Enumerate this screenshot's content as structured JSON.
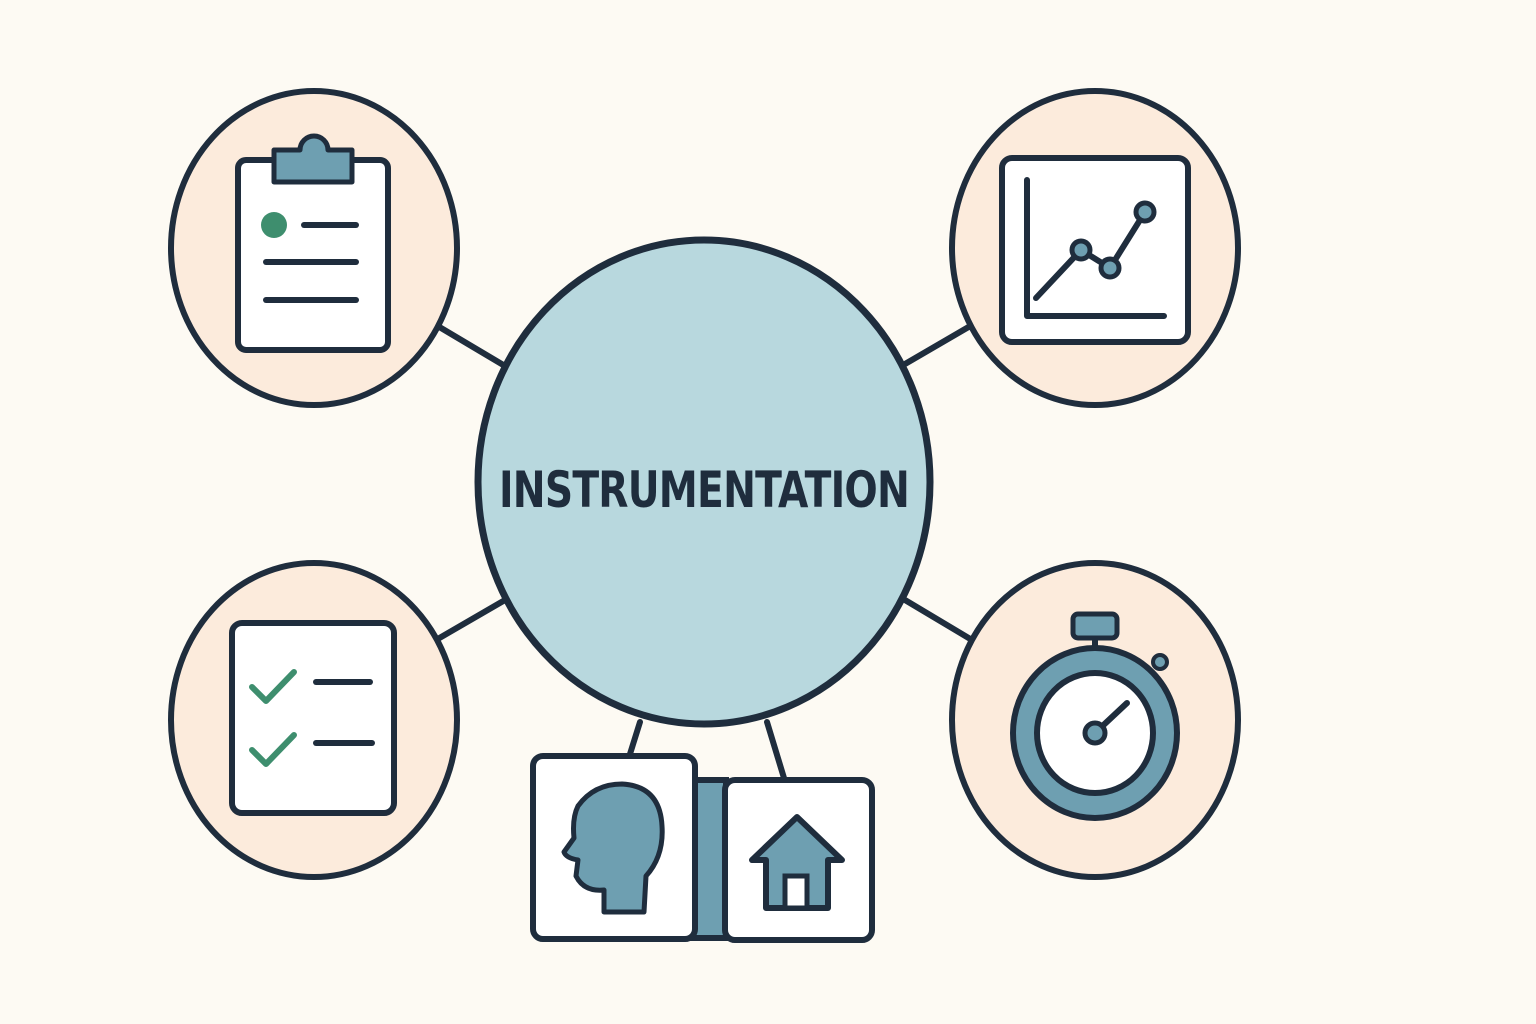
{
  "center": {
    "label": "INSTRUMENTATION"
  },
  "colors": {
    "background": "#fdfaf3",
    "outline": "#1f2d3d",
    "center_fill": "#b8d8de",
    "node_fill": "#fcebdc",
    "card_fill": "#ffffff",
    "accent_blue": "#6e9fb1",
    "accent_green": "#3e8e6e"
  },
  "nodes": [
    {
      "id": "questionnaire",
      "icon": "clipboard-icon"
    },
    {
      "id": "analytics",
      "icon": "line-chart-icon"
    },
    {
      "id": "checklist",
      "icon": "checklist-icon"
    },
    {
      "id": "timing",
      "icon": "stopwatch-icon"
    },
    {
      "id": "context",
      "icon": "person-head-icon",
      "secondary_icon": "house-icon"
    }
  ]
}
